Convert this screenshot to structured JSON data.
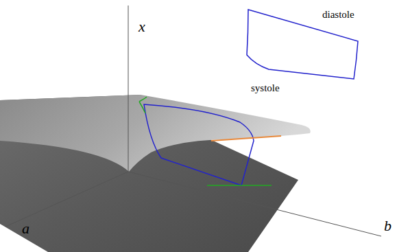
{
  "diagram": {
    "labels": [
      "x",
      "a",
      "b",
      "diastole",
      "systole"
    ]
  }
}
